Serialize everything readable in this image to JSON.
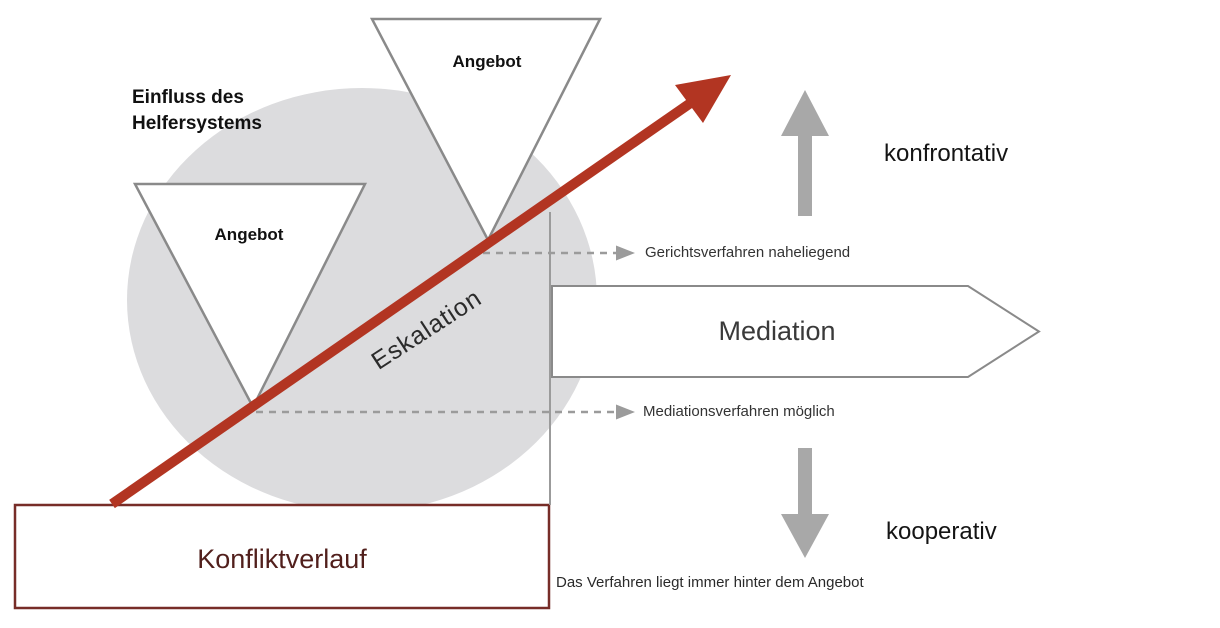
{
  "colors": {
    "accent_red": "#b23522",
    "box_border_red": "#772d28",
    "conflict_text_red": "#511f1c",
    "circle_gray": "#dcdcde",
    "outline_gray": "#8a8a8a",
    "solid_arrow_gray": "#a8a8a8",
    "dashed_gray": "#9b9b9b",
    "white": "#ffffff"
  },
  "labels": {
    "helper_influence": "Einfluss des\nHelfersystems",
    "funnel_top": "Angebot",
    "funnel_left": "Angebot",
    "escalation": "Eskalation",
    "mediation": "Mediation",
    "confrontational": "konfrontativ",
    "cooperative": "kooperativ",
    "court_annotation": "Gerichtsverfahren naheliegend",
    "mediation_annotation": "Mediationsverfahren möglich",
    "conflict_course": "Konfliktverlauf",
    "footnote": "Das Verfahren liegt immer hinter dem Angebot"
  }
}
